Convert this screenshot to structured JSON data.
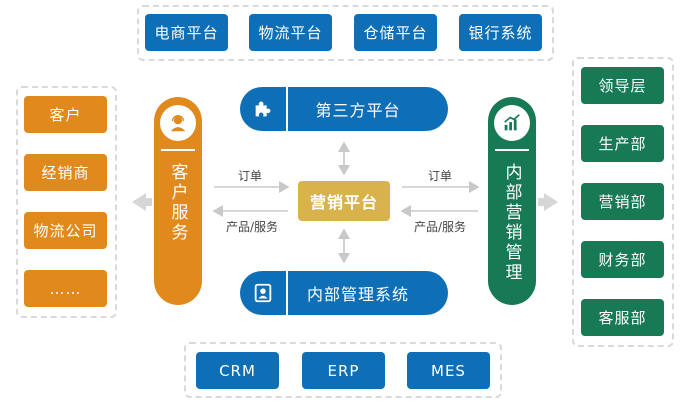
{
  "top_platforms": [
    "电商平台",
    "物流平台",
    "仓储平台",
    "银行系统"
  ],
  "left_items": [
    "客户",
    "经销商",
    "物流公司",
    "……"
  ],
  "right_items": [
    "领导层",
    "生产部",
    "营销部",
    "财务部",
    "客服部"
  ],
  "bottom_systems": [
    "CRM",
    "ERP",
    "MES"
  ],
  "third_party": "第三方平台",
  "internal_system": "内部管理系统",
  "customer_service": "客户服务",
  "internal_marketing": "内部营销管理",
  "center": "营销平台",
  "flow_labels": {
    "left_order": "订单",
    "left_product": "产品/服务",
    "right_order": "订单",
    "right_product": "产品/服务"
  },
  "colors": {
    "blue": "#0f6fb6",
    "orange": "#e08a1e",
    "green": "#177a55",
    "gold": "#d8b24a"
  },
  "icons": {
    "third_party": "puzzle-icon",
    "internal_system": "id-card-icon",
    "customer_service": "user-headset-icon",
    "internal_marketing": "bar-chart-icon"
  }
}
